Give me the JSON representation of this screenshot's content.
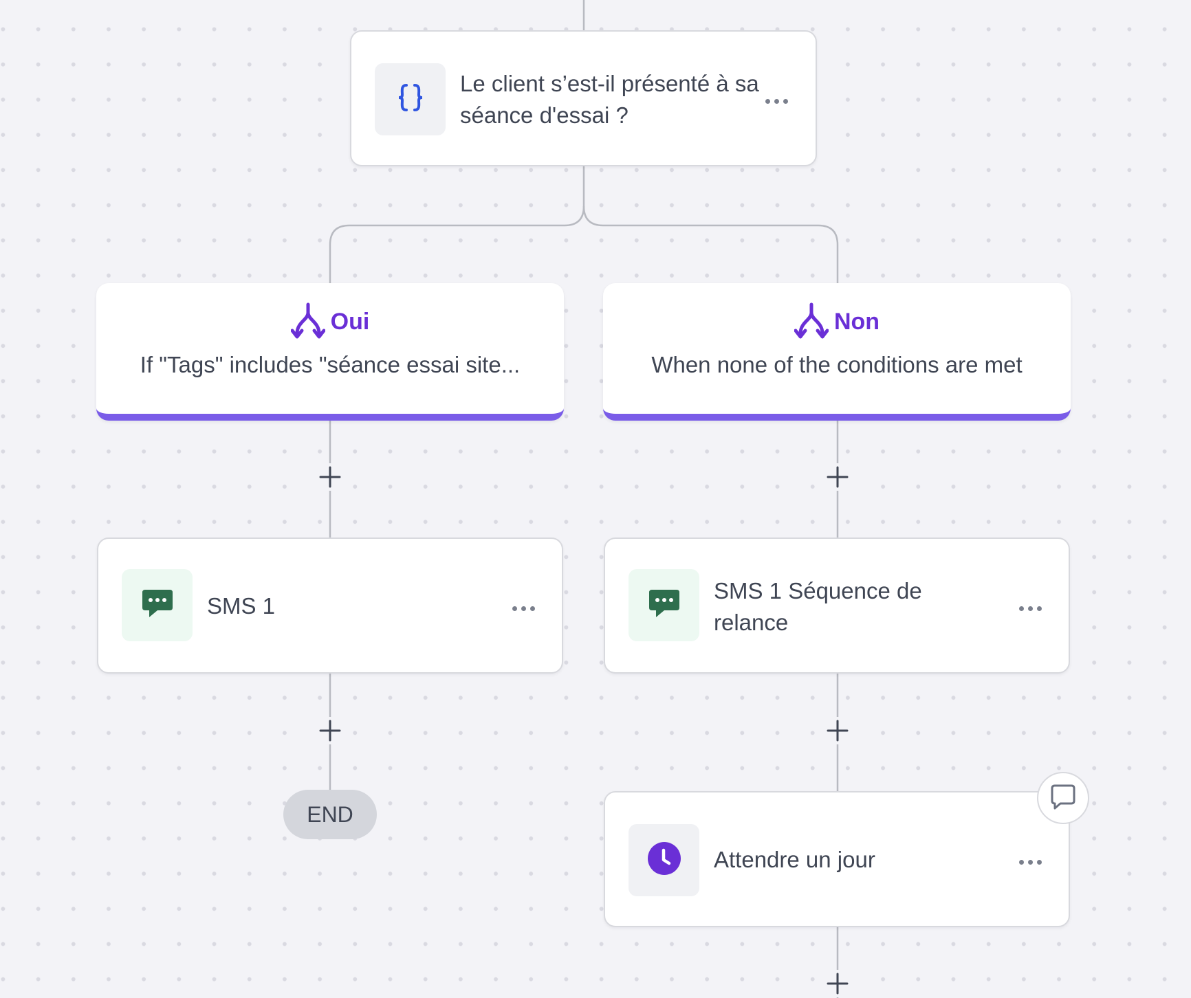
{
  "condition_node": {
    "label": "Le client s’est-il présenté à sa séance d'essai ?",
    "icon": "code-braces-icon"
  },
  "branches": [
    {
      "name": "Oui",
      "description": "If \"Tags\" includes \"séance essai site...",
      "icon": "split-branch-icon"
    },
    {
      "name": "Non",
      "description": "When none of the conditions are met",
      "icon": "split-branch-icon"
    }
  ],
  "actions": [
    {
      "label": "SMS 1",
      "icon": "sms-message-icon"
    },
    {
      "label": "SMS 1 Séquence de relance",
      "icon": "sms-message-icon"
    },
    {
      "label": "Attendre un jour",
      "icon": "clock-icon"
    }
  ],
  "end_label": "END",
  "colors": {
    "accent": "#6a2fd6",
    "branch_border": "#7a5ce8",
    "sms_icon": "#2e6e4d",
    "condition_icon": "#2f55e0",
    "canvas": "#f3f3f7"
  }
}
